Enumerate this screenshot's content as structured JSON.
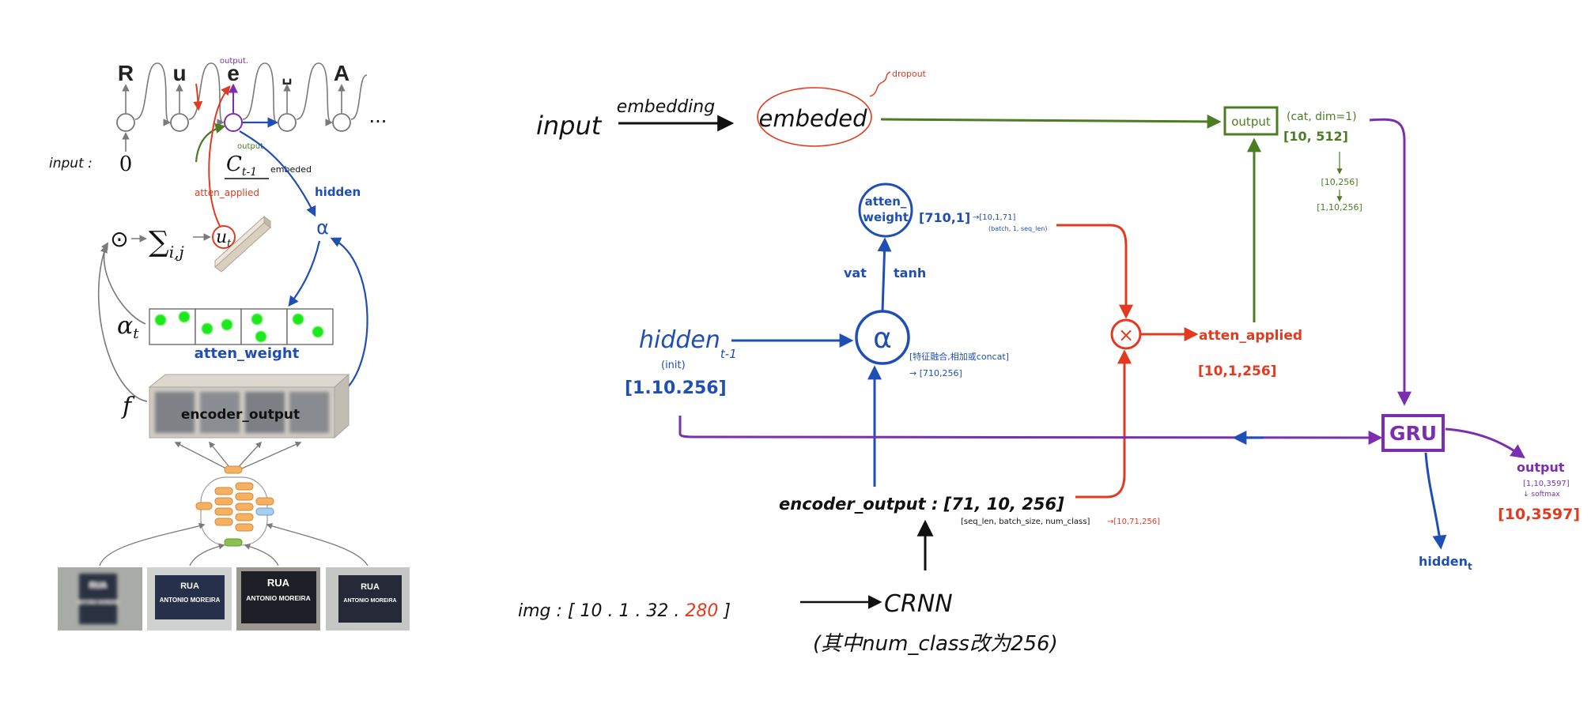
{
  "left_panel": {
    "output_letters": [
      "R",
      "u",
      "e",
      "␣",
      "A"
    ],
    "ellipsis": "···",
    "output_top_label": "output.",
    "input_label": "input :",
    "input_zero": "0",
    "context": {
      "symbol": "C",
      "sub": "t-1"
    },
    "embeded_small": "embeded",
    "output_green_label": "output",
    "atten_applied_label": "atten_applied",
    "hidden_label": "hidden",
    "odot": "⊙",
    "sum": {
      "symbol": "∑",
      "sub": "i,j"
    },
    "u": {
      "symbol": "u",
      "sub": "t"
    },
    "alpha_blue": "α",
    "alpha_t": {
      "symbol": "α",
      "sub": "t"
    },
    "atten_weight_label": "atten_weight",
    "f": "f",
    "encoder_output_label": "encoder_output",
    "sign": {
      "line1": "RUA",
      "line2": "ANTONIO MOREIRA"
    }
  },
  "right_panel": {
    "input": "input",
    "embedding": "embedding",
    "embeded": "embeded",
    "dropout": "dropout",
    "output_box": "output",
    "cat": "(cat, dim=1)",
    "shape_10_512": "[10, 512]",
    "shape_10_256": "[10,256]",
    "shape_1_10_256": "[1,10,256]",
    "atten_weight": {
      "line1": "atten_",
      "line2": "weight"
    },
    "atten_weight_shape": "[710,1]",
    "atten_weight_reshaped": "→[10,1,71]",
    "atten_weight_note": "(batch, 1, seq_len)",
    "vat": "vat",
    "tanh": "tanh",
    "alpha": "α",
    "hidden": {
      "label": "hidden",
      "sub": "t-1"
    },
    "init": "(init)",
    "hidden_shape": "[1.10.256]",
    "feature_note": "[特征融合,相加或concat]",
    "feature_shape": "→ [710,256]",
    "multiply": "×",
    "atten_applied": "atten_applied",
    "atten_applied_shape": "[10,1,256]",
    "gru": "GRU",
    "gru_output": "output",
    "gru_output_shape": "[1,10,3597]",
    "softmax": "↓ softmax",
    "final_shape": "[10,3597]",
    "hidden_t": {
      "label": "hidden",
      "sub": "t"
    },
    "encoder_output": "encoder_output : [71, 10, 256]",
    "encoder_note": "[seq_len, batch_size, num_class]",
    "encoder_reshaped": "→[10,71,256]",
    "img": {
      "prefix": "img : [ 10 . 1 . 32 . ",
      "width": "280",
      "suffix": " ]"
    },
    "crnn": "CRNN",
    "crnn_note": "(其中num_class改为256)"
  },
  "colors": {
    "blue": "#1f4fb5",
    "red": "#e23a1f",
    "green": "#4c7d25",
    "purple": "#7b2fb0",
    "orange": "#f5b062",
    "attention_dot": "#1ee81e"
  }
}
